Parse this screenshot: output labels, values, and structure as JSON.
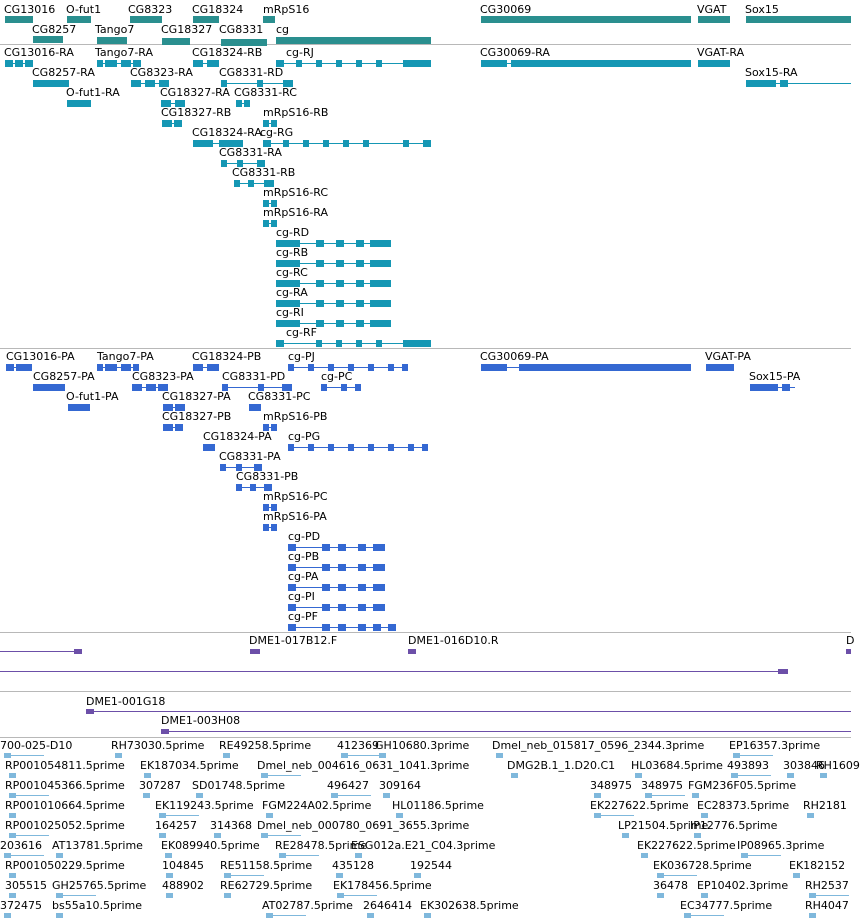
{
  "colors": {
    "gene": "#2a8f8f",
    "transcript_gene": "#1597b4",
    "protein": "#3468d2",
    "clone": "#6c4fa8",
    "est": "#7fb8dc",
    "separator": "#b8b8b8"
  },
  "tracks": {
    "genes": {
      "color": "gene",
      "labels": [
        "CG13016",
        "O-fut1",
        "CG8323",
        "CG18324",
        "mRpS16",
        "CG30069",
        "VGAT",
        "Sox15",
        "CG8257",
        "Tango7",
        "CG18327",
        "CG8331",
        "cg"
      ]
    },
    "transcripts": {
      "color": "transcript_gene",
      "labels": [
        "CG13016-RA",
        "Tango7-RA",
        "CG18324-RB",
        "cg-RJ",
        "CG30069-RA",
        "VGAT-RA",
        "CG8257-RA",
        "CG8323-RA",
        "CG8331-RD",
        "Sox15-RA",
        "O-fut1-RA",
        "CG18327-RA",
        "CG8331-RC",
        "CG18327-RB",
        "mRpS16-RB",
        "CG18324-RA",
        "cg-RG",
        "CG8331-RA",
        "CG8331-RB",
        "mRpS16-RC",
        "mRpS16-RA",
        "cg-RD",
        "cg-RB",
        "cg-RC",
        "cg-RA",
        "cg-RI",
        "cg-RF"
      ]
    },
    "proteins": {
      "color": "protein",
      "labels": [
        "CG13016-PA",
        "Tango7-PA",
        "CG18324-PB",
        "cg-PJ",
        "CG30069-PA",
        "VGAT-PA",
        "CG8257-PA",
        "CG8323-PA",
        "CG8331-PD",
        "cg-PC",
        "Sox15-PA",
        "O-fut1-PA",
        "CG18327-PA",
        "CG8331-PC",
        "CG18327-PB",
        "mRpS16-PB",
        "CG18324-PA",
        "cg-PG",
        "CG8331-PA",
        "CG8331-PB",
        "mRpS16-PC",
        "mRpS16-PA",
        "cg-PD",
        "cg-PB",
        "cg-PA",
        "cg-PI",
        "cg-PF"
      ]
    },
    "clones_a": {
      "color": "clone",
      "labels": [
        "DME1-017B12.F",
        "DME1-016D10.R",
        "D"
      ]
    },
    "clones_b": {
      "color": "clone",
      "labels": [
        "DME1-001G18",
        "DME1-003H08"
      ]
    },
    "ests": {
      "color": "est",
      "labels": [
        "700-025-D10",
        "RH73030.5prime",
        "RE49258.5prime",
        "412369",
        "GH10680.3prime",
        "Dmel_neb_015817_0596_2344.3prime",
        "EP16357.3prime",
        "RP001054811.5prime",
        "EK187034.5prime",
        "Dmel_neb_004616_0631_1041.3prime",
        "DMG2B.1_1.D20.C1",
        "HL03684.5prime",
        "493893",
        "303846",
        "RH1609",
        "RP001045366.5prime",
        "307287",
        "SD01748.5prime",
        "496427",
        "309164",
        "348975",
        "348975",
        "FGM236F05.5prime",
        "RP001010664.5prime",
        "EK119243.5prime",
        "FGM224A02.5prime",
        "HL01186.5prime",
        "EK227622.5prime",
        "EC28373.5prime",
        "RH2181",
        "RP001025052.5prime",
        "164257",
        "314368",
        "Dmel_neb_000780_0691_3655.3prime",
        "LP21504.5prime",
        "IP12776.5prime",
        "203616",
        "AT13781.5prime",
        "EK089940.5prime",
        "RE28478.5prime",
        "ESG012a.E21_C04.3prime",
        "EK227622.5prime",
        "IP08965.3prime",
        "RP001050229.5prime",
        "104845",
        "RE51158.5prime",
        "435128",
        "192544",
        "EK036728.5prime",
        "EK182152",
        "305515",
        "GH25765.5prime",
        "488902",
        "RE62729.5prime",
        "EK178456.5prime",
        "36478",
        "EP10402.3prime",
        "RH2537",
        "372475",
        "bs55a10.5prime",
        "AT02787.5prime",
        "2646414",
        "EK302638.5prime",
        "EC34777.5prime",
        "RH4047"
      ]
    }
  }
}
